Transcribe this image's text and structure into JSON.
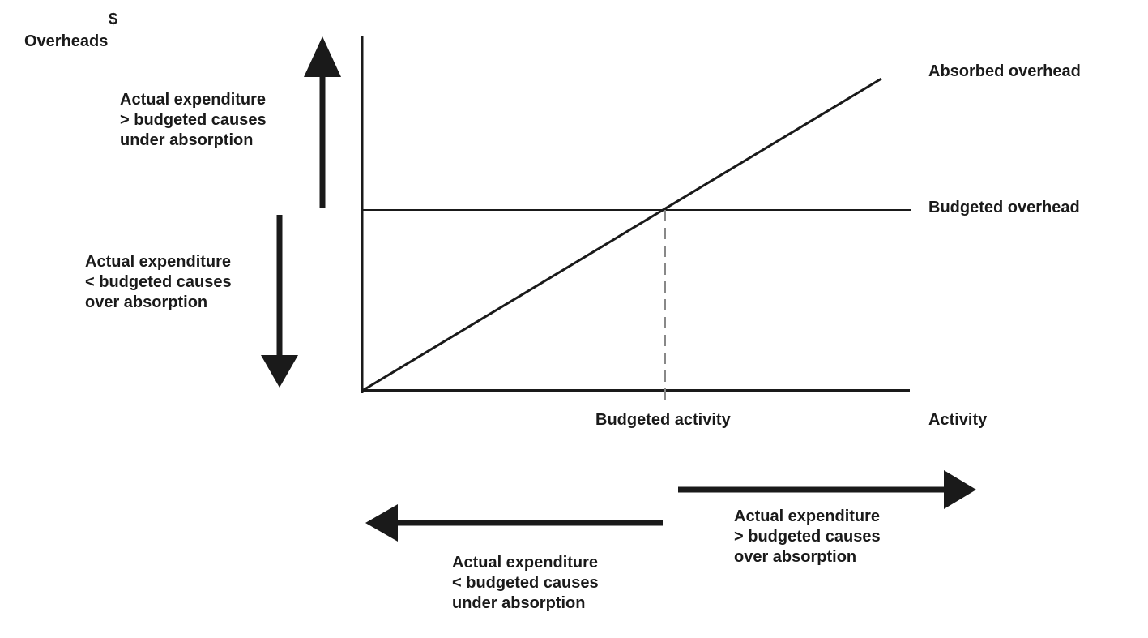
{
  "y_axis": {
    "currency": "$",
    "label": "Overheads"
  },
  "x_axis": {
    "label": "Activity"
  },
  "lines": {
    "absorbed": "Absorbed overhead",
    "budgeted": "Budgeted overhead"
  },
  "marker": {
    "label": "Budgeted activity"
  },
  "annotations": {
    "up": [
      "Actual expenditure",
      "> budgeted causes",
      "under absorption"
    ],
    "down": [
      "Actual expenditure",
      "< budgeted causes",
      "over absorption"
    ],
    "right": [
      "Actual expenditure",
      "> budgeted causes",
      "over absorption"
    ],
    "left": [
      "Actual expenditure",
      "< budgeted causes",
      "under absorption"
    ]
  },
  "colors": {
    "ink": "#1a1a1a"
  }
}
